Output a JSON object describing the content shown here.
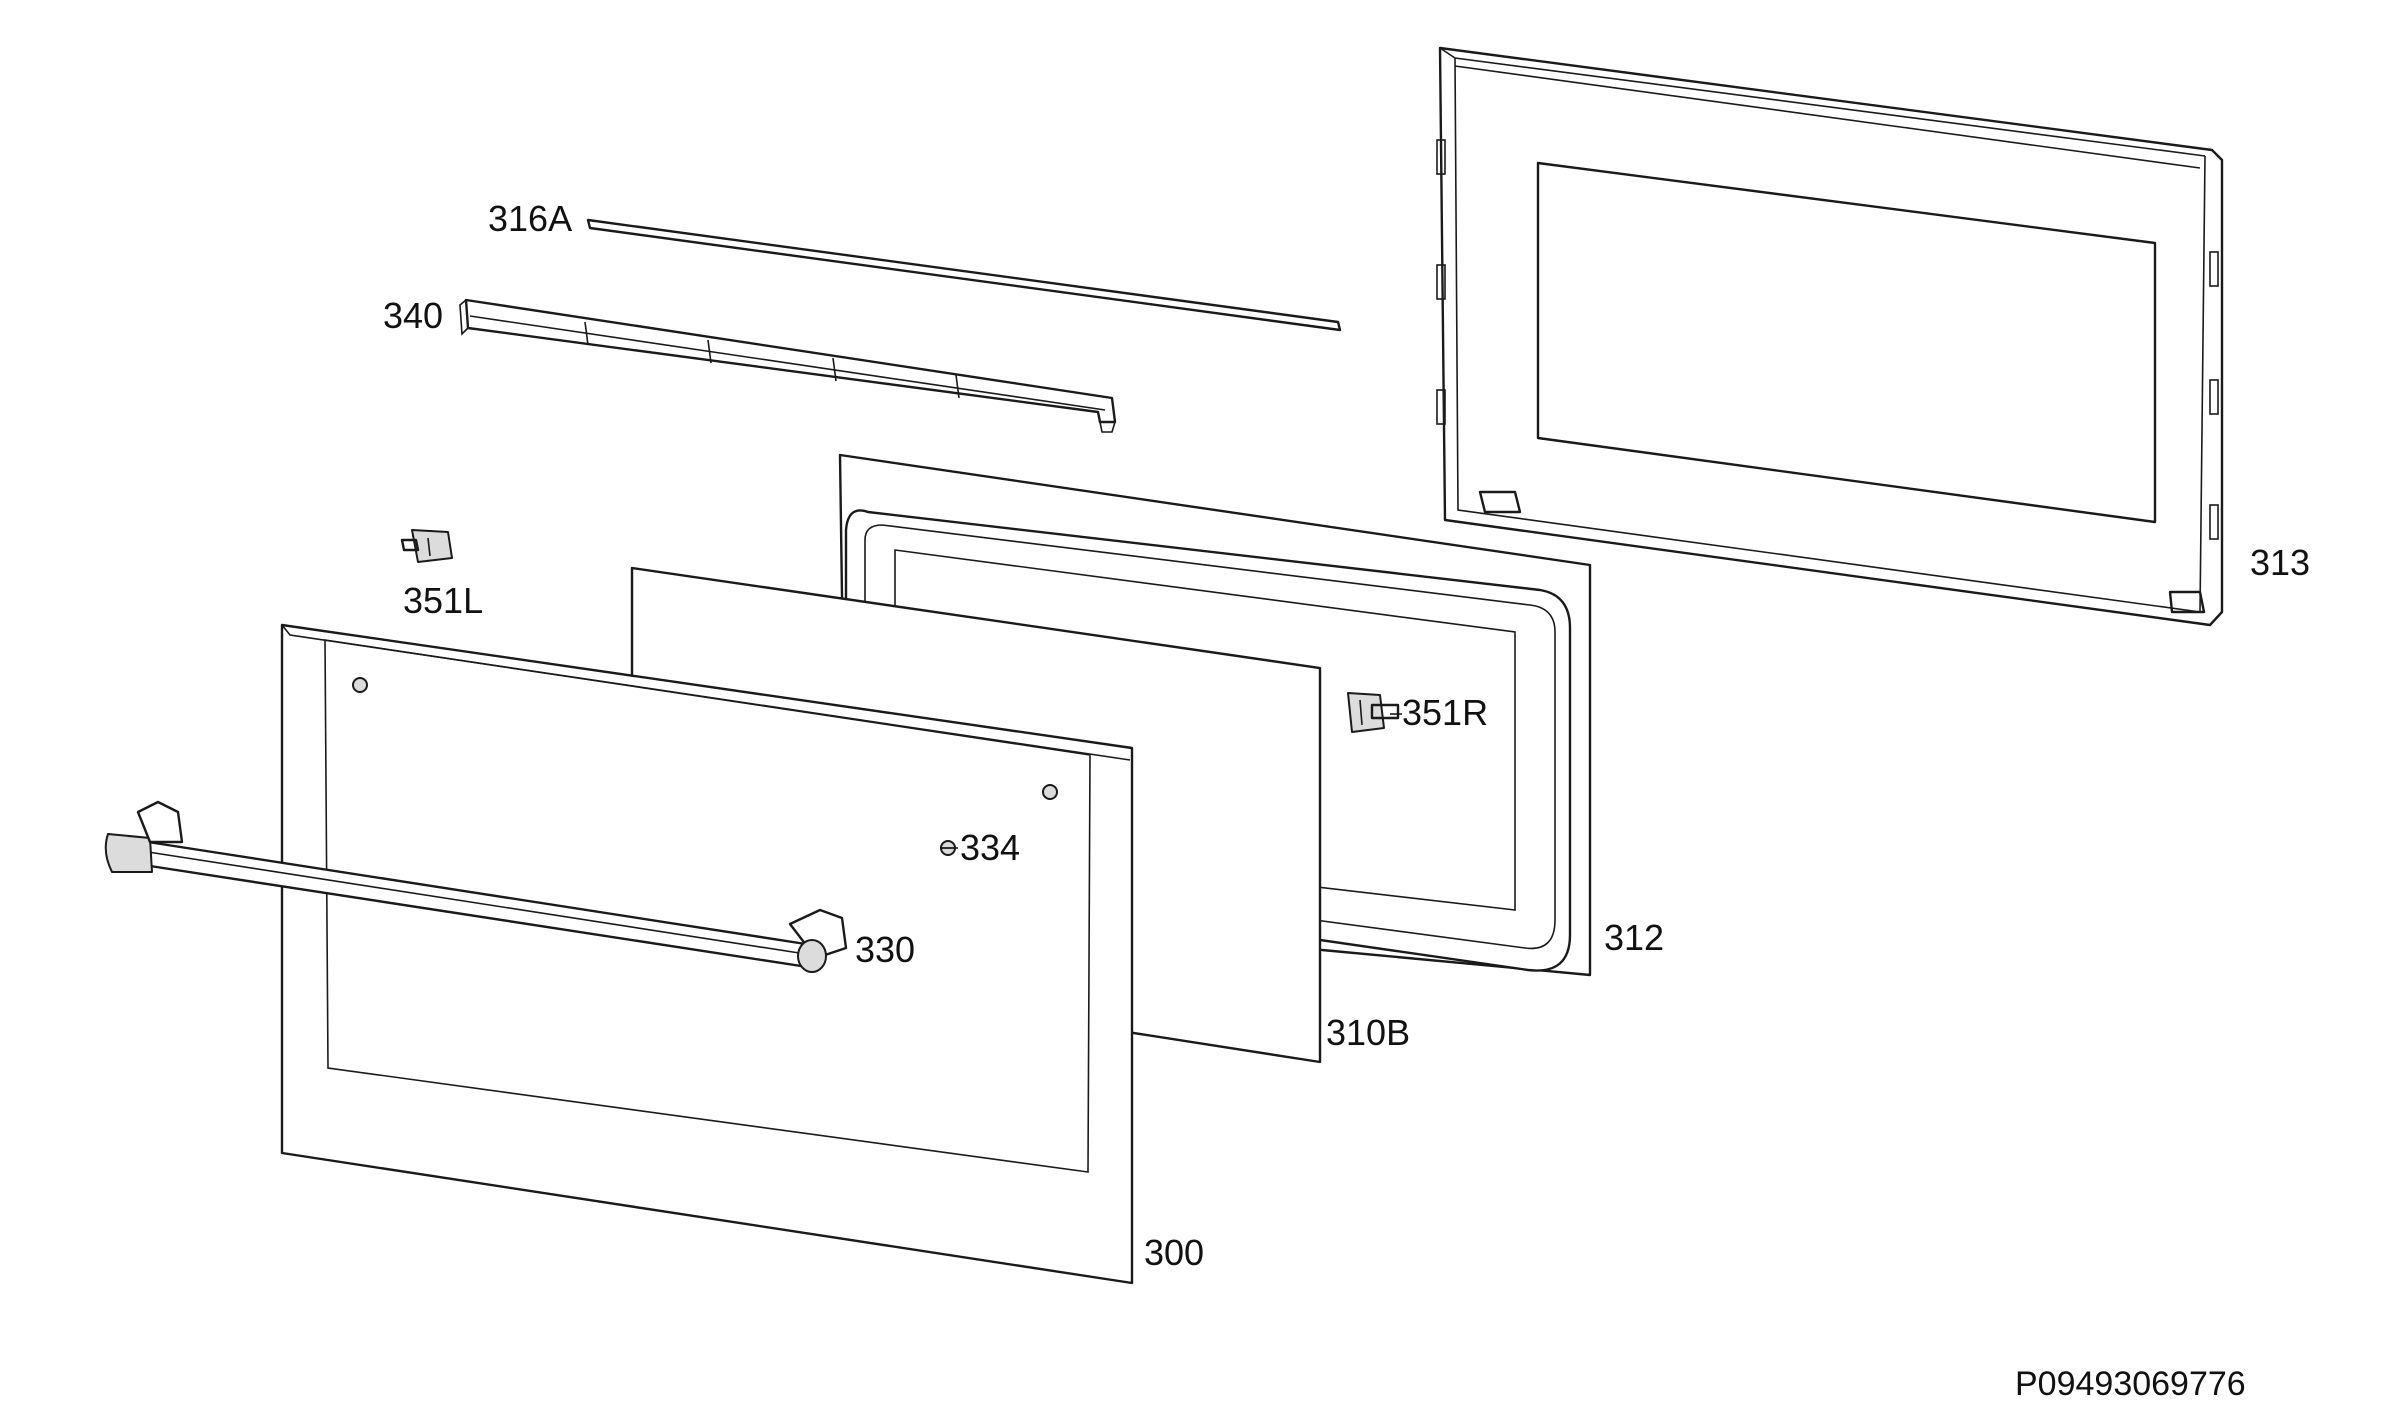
{
  "labels": {
    "p316A": "316A",
    "p340": "340",
    "p351L": "351L",
    "p351R": "351R",
    "p334": "334",
    "p330": "330",
    "p310B": "310B",
    "p312": "312",
    "p313": "313",
    "p300": "300"
  },
  "drawing_code": "P09493069776"
}
